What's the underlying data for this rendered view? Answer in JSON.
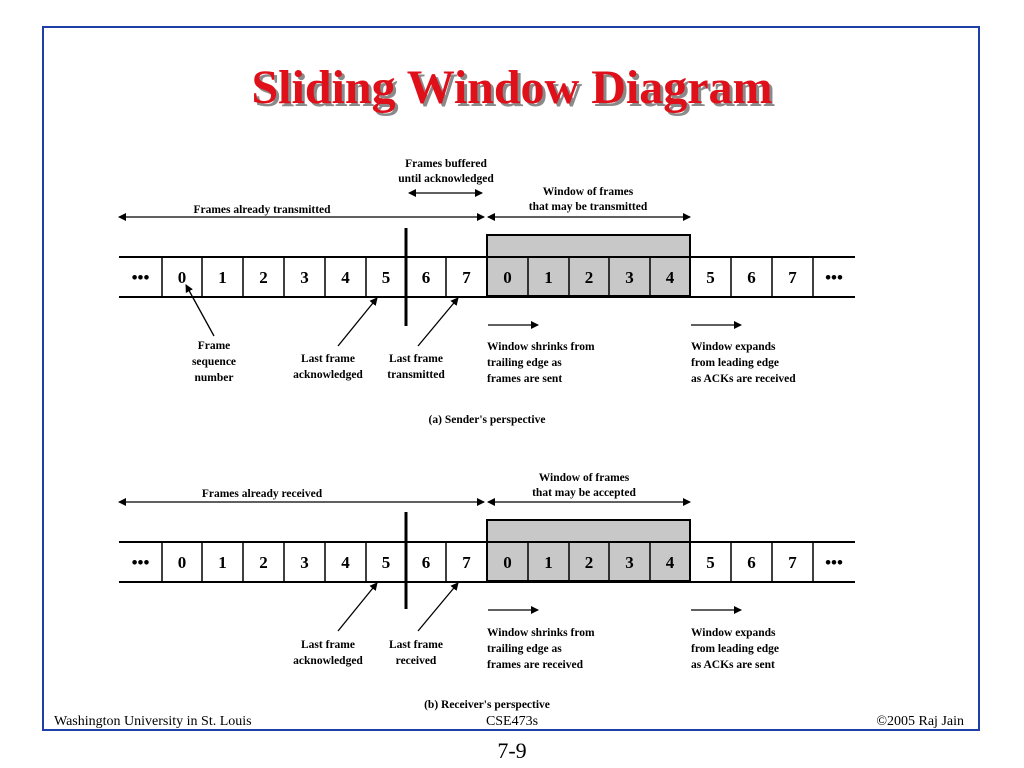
{
  "title": "Sliding Window Diagram",
  "footer": {
    "left": "Washington University in St. Louis",
    "center": "CSE473s",
    "right": "©2005 Raj Jain",
    "page": "7-9"
  },
  "colors": {
    "title": "#e0101a",
    "frame": "#1f3fa8",
    "window_fill": "#c8c8c8"
  },
  "sender": {
    "caption": "(a) Sender's perspective",
    "cells": [
      "•••",
      "0",
      "1",
      "2",
      "3",
      "4",
      "5",
      "6",
      "7",
      "0",
      "1",
      "2",
      "3",
      "4",
      "5",
      "6",
      "7",
      "•••"
    ],
    "frames_buffered": [
      "Frames buffered",
      "until acknowledged"
    ],
    "already": "Frames already transmitted",
    "window": [
      "Window of frames",
      "that may be transmitted"
    ],
    "frame_seq": [
      "Frame",
      "sequence",
      "number"
    ],
    "last_ack": [
      "Last frame",
      "acknowledged"
    ],
    "last_other": [
      "Last frame",
      "transmitted"
    ],
    "shrink": [
      "Window shrinks from",
      "trailing edge as",
      "frames are sent"
    ],
    "expand": [
      "Window expands",
      "from leading edge",
      "as ACKs are received"
    ]
  },
  "receiver": {
    "caption": "(b) Receiver's perspective",
    "cells": [
      "•••",
      "0",
      "1",
      "2",
      "3",
      "4",
      "5",
      "6",
      "7",
      "0",
      "1",
      "2",
      "3",
      "4",
      "5",
      "6",
      "7",
      "•••"
    ],
    "already": "Frames already received",
    "window": [
      "Window of frames",
      "that may be accepted"
    ],
    "last_ack": [
      "Last frame",
      "acknowledged"
    ],
    "last_other": [
      "Last frame",
      "received"
    ],
    "shrink": [
      "Window shrinks from",
      "trailing edge as",
      "frames are received"
    ],
    "expand": [
      "Window expands",
      "from leading edge",
      "as ACKs are sent"
    ]
  }
}
